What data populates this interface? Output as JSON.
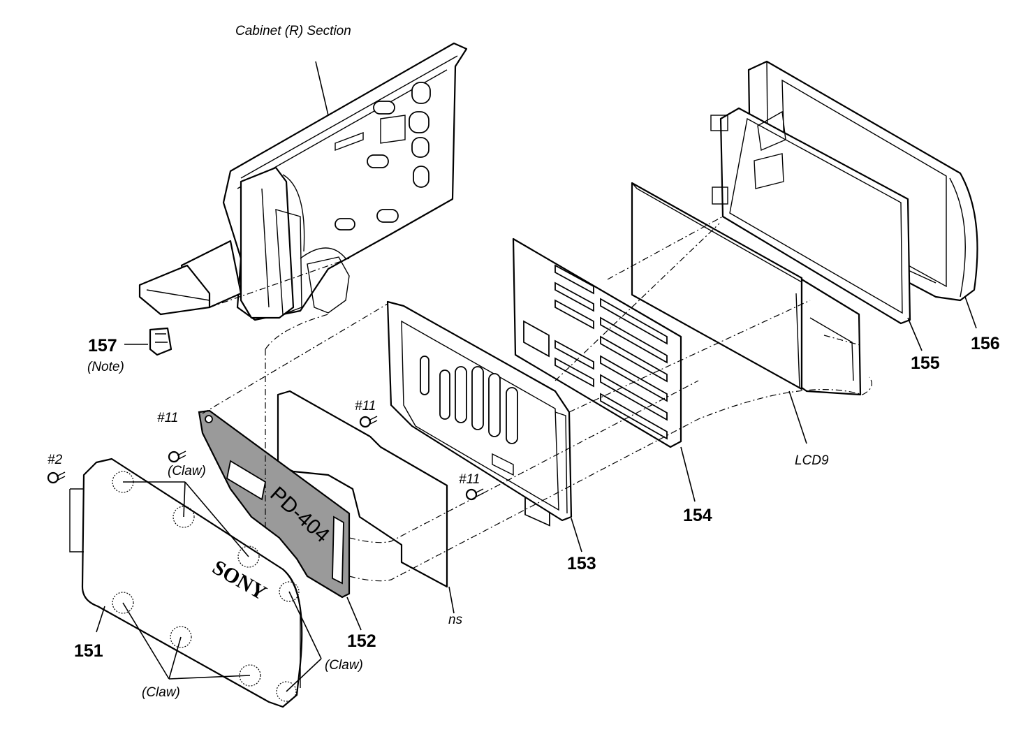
{
  "labels": {
    "section": "Cabinet (R) Section",
    "p151": "151",
    "p152": "152",
    "p153": "153",
    "p154": "154",
    "p155": "155",
    "p156": "156",
    "p157": "157",
    "note": "(Note)",
    "lcd9": "LCD9",
    "ns": "ns",
    "screw11_a": "#11",
    "screw11_b": "#11",
    "screw11_c": "#11",
    "screw2": "#2",
    "claw_top": "(Claw)",
    "claw_right": "(Claw)",
    "claw_bottom": "(Claw)"
  },
  "markings": {
    "brand": "SONY",
    "board": "PD-404"
  }
}
